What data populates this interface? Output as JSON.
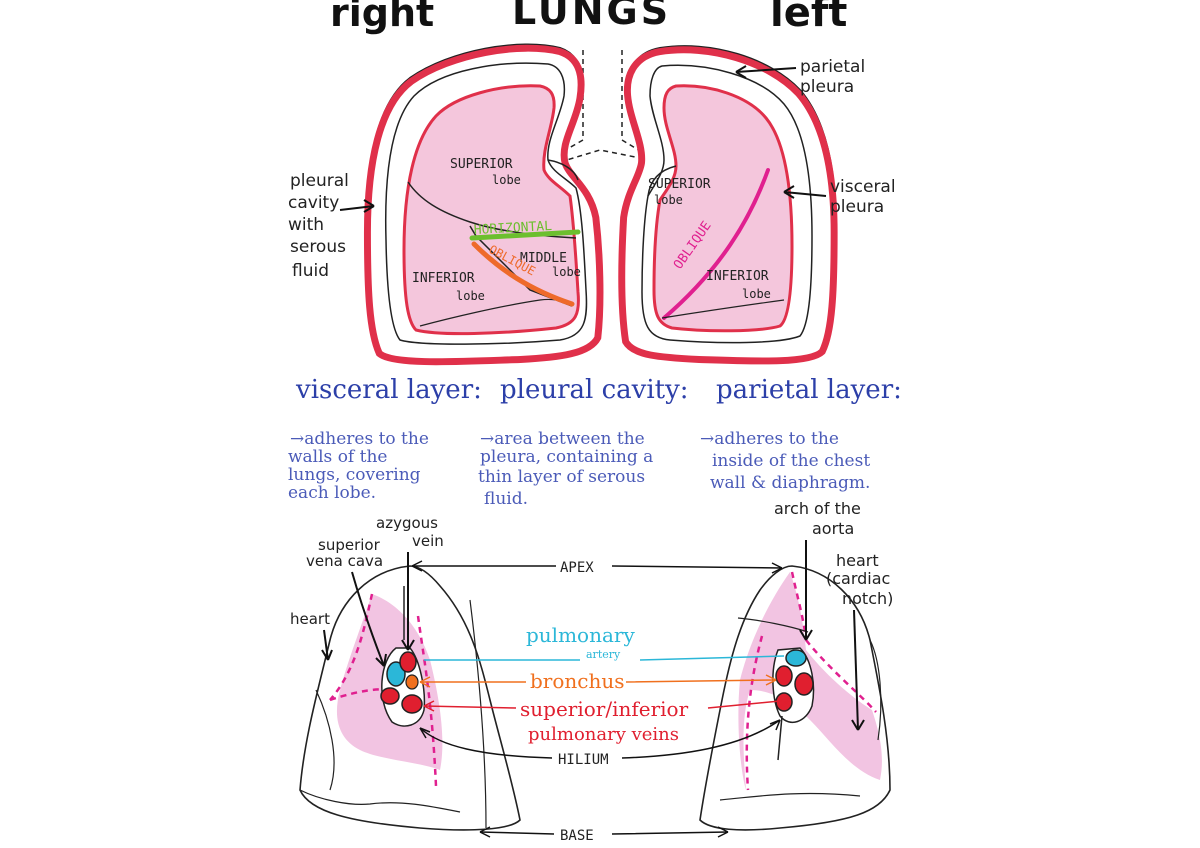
{
  "header": {
    "right": "right",
    "title": "LUNGS",
    "left": "left"
  },
  "top_labels": {
    "parietal_pleura": [
      "parietal",
      "pleura"
    ],
    "visceral_pleura": [
      "visceral",
      "pleura"
    ],
    "pleural_cavity": [
      "pleural",
      "cavity",
      "with",
      "serous",
      "fluid"
    ]
  },
  "lobes": {
    "right_superior": [
      "SUPERIOR",
      "lobe"
    ],
    "right_middle": [
      "MIDDLE",
      "lobe"
    ],
    "right_inferior": [
      "INFERIOR",
      "lobe"
    ],
    "left_superior": [
      "SUPERIOR",
      "lobe"
    ],
    "left_inferior": [
      "INFERIOR",
      "lobe"
    ]
  },
  "fissures": {
    "horizontal": "HORIZONTAL",
    "oblique_right": "OBLIQUE",
    "oblique_left": "OBLIQUE"
  },
  "definitions": [
    {
      "heading": "visceral layer:",
      "lines": [
        "→adheres to the",
        "walls of the",
        "lungs, covering",
        "each lobe."
      ]
    },
    {
      "heading": "pleural cavity:",
      "lines": [
        "→area between the",
        "pleura, containing a",
        "thin layer of serous",
        "fluid."
      ]
    },
    {
      "heading": "parietal layer:",
      "lines": [
        "→adheres to the",
        "inside of the chest",
        "wall & diaphragm."
      ]
    }
  ],
  "bottom_labels": {
    "azygous_vein": [
      "azygous",
      "vein"
    ],
    "superior_vena_cava": [
      "superior",
      "vena cava"
    ],
    "heart_right": "heart",
    "arch_aorta": [
      "arch of the",
      "aorta"
    ],
    "heart_cardiac": [
      "heart",
      "(cardiac",
      "notch)"
    ],
    "apex": "APEX",
    "hilium": "HILIUM",
    "base": "BASE",
    "pulmonary_artery": [
      "pulmonary",
      "artery"
    ],
    "bronchus": "bronchus",
    "pulmonary_veins": [
      "superior/inferior",
      "pulmonary veins"
    ]
  },
  "colors": {
    "pleura_red": "#e0304a",
    "lung_pink": "#f4c6dc",
    "highlight_pink": "#f2c4e2",
    "horizontal_green": "#6cbf2e",
    "oblique_orange": "#ee6a2a",
    "oblique_magenta": "#e0208f",
    "artery_cyan": "#2bb7d8",
    "bronchus_orange": "#f0701e",
    "vein_red": "#e01f2f",
    "text_blue": "#2c3fa8"
  }
}
